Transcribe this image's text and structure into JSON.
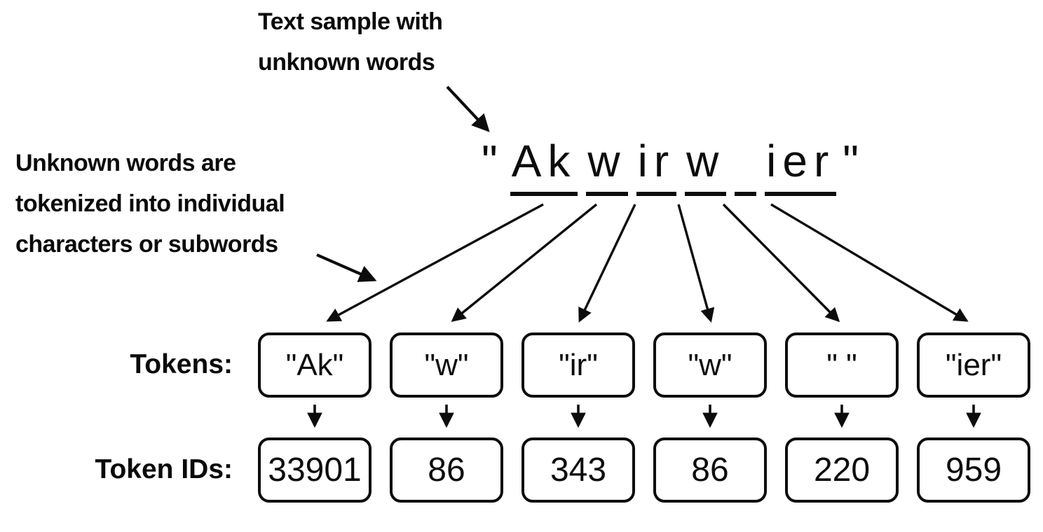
{
  "colors": {
    "ink": "#0c0c0c",
    "background": "#ffffff"
  },
  "annotations": {
    "top": "Text sample with\nunknown words",
    "left": "Unknown words are\ntokenized into individual\ncharacters or subwords"
  },
  "main_text": {
    "full": "\"Akwirw ier\"",
    "segments": [
      {
        "text": "\"",
        "underline": false
      },
      {
        "text": "Ak",
        "underline": true
      },
      {
        "text": "w",
        "underline": true
      },
      {
        "text": "ir",
        "underline": true
      },
      {
        "text": "w",
        "underline": true
      },
      {
        "text": " ",
        "underline": true
      },
      {
        "text": "ier",
        "underline": true
      },
      {
        "text": "\"",
        "underline": false
      }
    ]
  },
  "rows": {
    "tokens": {
      "label": "Tokens:",
      "items": [
        "\"Ak\"",
        "\"w\"",
        "\"ir\"",
        "\"w\"",
        "\" \"",
        "\"ier\""
      ]
    },
    "token_ids": {
      "label": "Token IDs:",
      "items": [
        "33901",
        "86",
        "343",
        "86",
        "220",
        "959"
      ]
    }
  }
}
